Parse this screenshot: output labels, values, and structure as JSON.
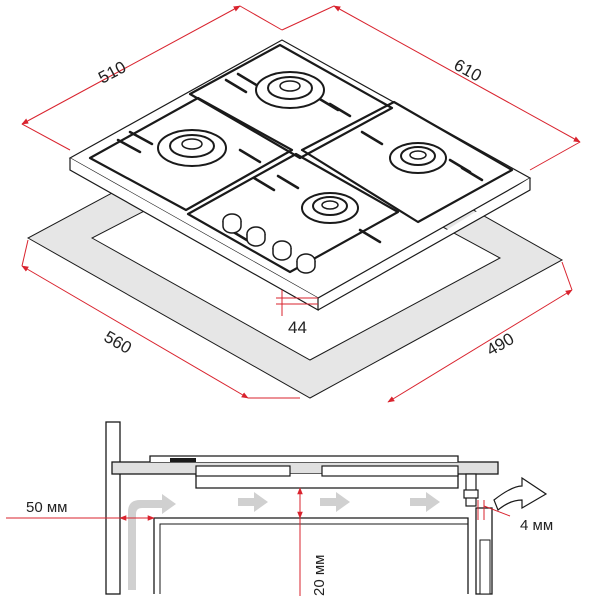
{
  "top_view": {
    "width_label": "510",
    "depth_label": "610",
    "cutout_width_label": "560",
    "cutout_depth_label": "490",
    "offset_label": "44"
  },
  "section_view": {
    "side_gap_label": "50 мм",
    "bottom_gap_label": "20 мм",
    "rear_gap_label": "4 мм"
  },
  "colors": {
    "dimension_line": "#d9232e",
    "outline": "#1a1a1a",
    "cutout_fill": "#e6e6e6",
    "airflow_arrow": "#d0d0d0"
  }
}
